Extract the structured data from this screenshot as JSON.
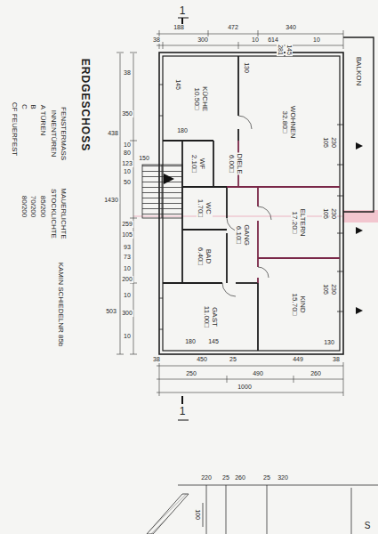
{
  "diagram": {
    "title": "ERDGESCHOSS",
    "nodes": [
      {
        "text": [
          "KÜCHE",
          "10.50□"
        ]
      },
      {
        "text": [
          "WOHNEN",
          "32.80□"
        ]
      },
      {
        "text": [
          "BALKON"
        ]
      },
      {
        "text": [
          "DIELE",
          "6.00□"
        ]
      },
      {
        "text": [
          "WF",
          "2.10□"
        ]
      },
      {
        "text": [
          "WC",
          "1.70□"
        ]
      },
      {
        "text": [
          "BAD",
          "6.40□"
        ]
      },
      {
        "text": [
          "GANG",
          "6.10□"
        ]
      },
      {
        "text": [
          "ELTERN",
          "17.20□"
        ]
      },
      {
        "text": [
          "GAST",
          "11.00□"
        ]
      },
      {
        "text": [
          "KIND",
          "15.70□"
        ]
      }
    ],
    "labels": [
      "1",
      "188",
      "472",
      "340",
      "38",
      "300",
      "10",
      "614",
      "10",
      "130",
      "281",
      "145",
      "145",
      "180",
      "38",
      "350",
      "438",
      "10",
      "80",
      "123",
      "10",
      "150",
      "1430",
      "50",
      "259",
      "105",
      "93",
      "73",
      "10",
      "200",
      "503",
      "10",
      "300",
      "10",
      "38",
      "180",
      "145",
      "450",
      "25",
      "449",
      "38",
      "250",
      "490",
      "260",
      "1000",
      "1",
      "105",
      "230",
      "105",
      "230",
      "105",
      "230",
      "130",
      "FENSTERMASS",
      "INNENTÜREN",
      "A TÜREN",
      "B",
      "C",
      "CF FEUERFEST",
      "MAUERLICHTE",
      "STOCKLICHTE",
      "85/200",
      "70/200",
      "80/200",
      "KAMIN SCHIEDELNR 85b",
      "220",
      "25",
      "260",
      "25",
      "320",
      "100",
      "S"
    ]
  }
}
